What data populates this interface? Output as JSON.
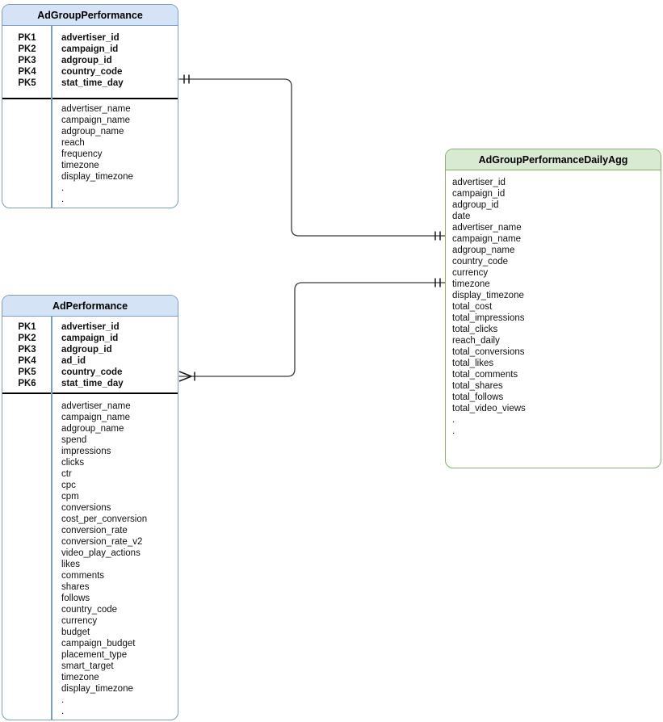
{
  "diagram": {
    "type": "entity-relationship-diagram",
    "colors": {
      "blue_header_fill": "#d4e3f5",
      "blue_border": "#7b9bc8",
      "green_header_fill": "#d9ead3",
      "green_border": "#82b366",
      "connector_line": "#3a3a3a",
      "divider_line": "#000000",
      "text": "#111111"
    },
    "entities": [
      {
        "name": "AdGroupPerformance",
        "theme": "blue",
        "pk_rows": [
          {
            "key": "PK1",
            "field": "advertiser_id"
          },
          {
            "key": "PK2",
            "field": "campaign_id"
          },
          {
            "key": "PK3",
            "field": "adgroup_id"
          },
          {
            "key": "PK4",
            "field": "country_code"
          },
          {
            "key": "PK5",
            "field": "stat_time_day"
          }
        ],
        "attributes": [
          "advertiser_name",
          "campaign_name",
          "adgroup_name",
          "reach",
          "frequency",
          "timezone",
          "display_timezone",
          ".",
          "."
        ]
      },
      {
        "name": "AdPerformance",
        "theme": "blue",
        "pk_rows": [
          {
            "key": "PK1",
            "field": "advertiser_id"
          },
          {
            "key": "PK2",
            "field": "campaign_id"
          },
          {
            "key": "PK3",
            "field": "adgroup_id"
          },
          {
            "key": "PK4",
            "field": "ad_id"
          },
          {
            "key": "PK5",
            "field": "country_code"
          },
          {
            "key": "PK6",
            "field": "stat_time_day"
          }
        ],
        "attributes": [
          "advertiser_name",
          "campaign_name",
          "adgroup_name",
          "spend",
          "impressions",
          "clicks",
          "ctr",
          "cpc",
          "cpm",
          "conversions",
          "cost_per_conversion",
          "conversion_rate",
          "conversion_rate_v2",
          "video_play_actions",
          "likes",
          "comments",
          "shares",
          "follows",
          "country_code",
          "currency",
          "budget",
          "campaign_budget",
          "placement_type",
          "smart_target",
          "timezone",
          "display_timezone",
          ".",
          "."
        ]
      },
      {
        "name": "AdGroupPerformanceDailyAgg",
        "theme": "green",
        "pk_rows": [],
        "attributes": [
          "advertiser_id",
          "campaign_id",
          "adgroup_id",
          "date",
          "advertiser_name",
          "campaign_name",
          "adgroup_name",
          "country_code",
          "currency",
          "timezone",
          "display_timezone",
          "total_cost",
          "total_impressions",
          "total_clicks",
          "reach_daily",
          "total_conversions",
          "total_likes",
          "total_comments",
          "total_shares",
          "total_follows",
          "total_video_views",
          ".",
          "."
        ]
      }
    ],
    "relationships": [
      {
        "from": "AdGroupPerformance",
        "to": "AdGroupPerformanceDailyAgg",
        "from_cardinality": "one-and-only-one",
        "to_cardinality": "one-and-only-one"
      },
      {
        "from": "AdGroupPerformanceDailyAgg",
        "to": "AdPerformance",
        "from_cardinality": "one-and-only-one",
        "to_cardinality": "one-or-many"
      }
    ]
  }
}
